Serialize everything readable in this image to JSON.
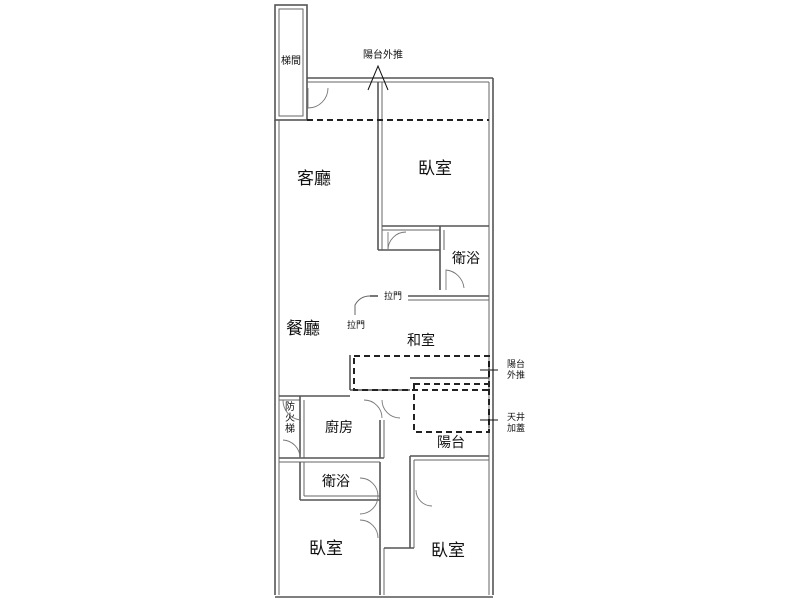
{
  "rooms": {
    "stair": "梯間",
    "living": "客廳",
    "bedroom_top": "臥室",
    "bath_top": "衛浴",
    "dining": "餐廳",
    "japanese_room": "和室",
    "fire_stair": [
      "防",
      "火",
      "梯"
    ],
    "kitchen": "廚房",
    "bath_bottom": "衛浴",
    "bedroom_bottom_left": "臥室",
    "bedroom_bottom_right": "臥室",
    "balcony": "陽台"
  },
  "notes": {
    "balcony_push_out_top": "陽台外推",
    "sliding_door_1": "拉門",
    "sliding_door_2": "拉門",
    "balcony_push_out_side": [
      "陽台",
      "外推"
    ],
    "atrium_cover": [
      "天井",
      "加蓋"
    ]
  }
}
